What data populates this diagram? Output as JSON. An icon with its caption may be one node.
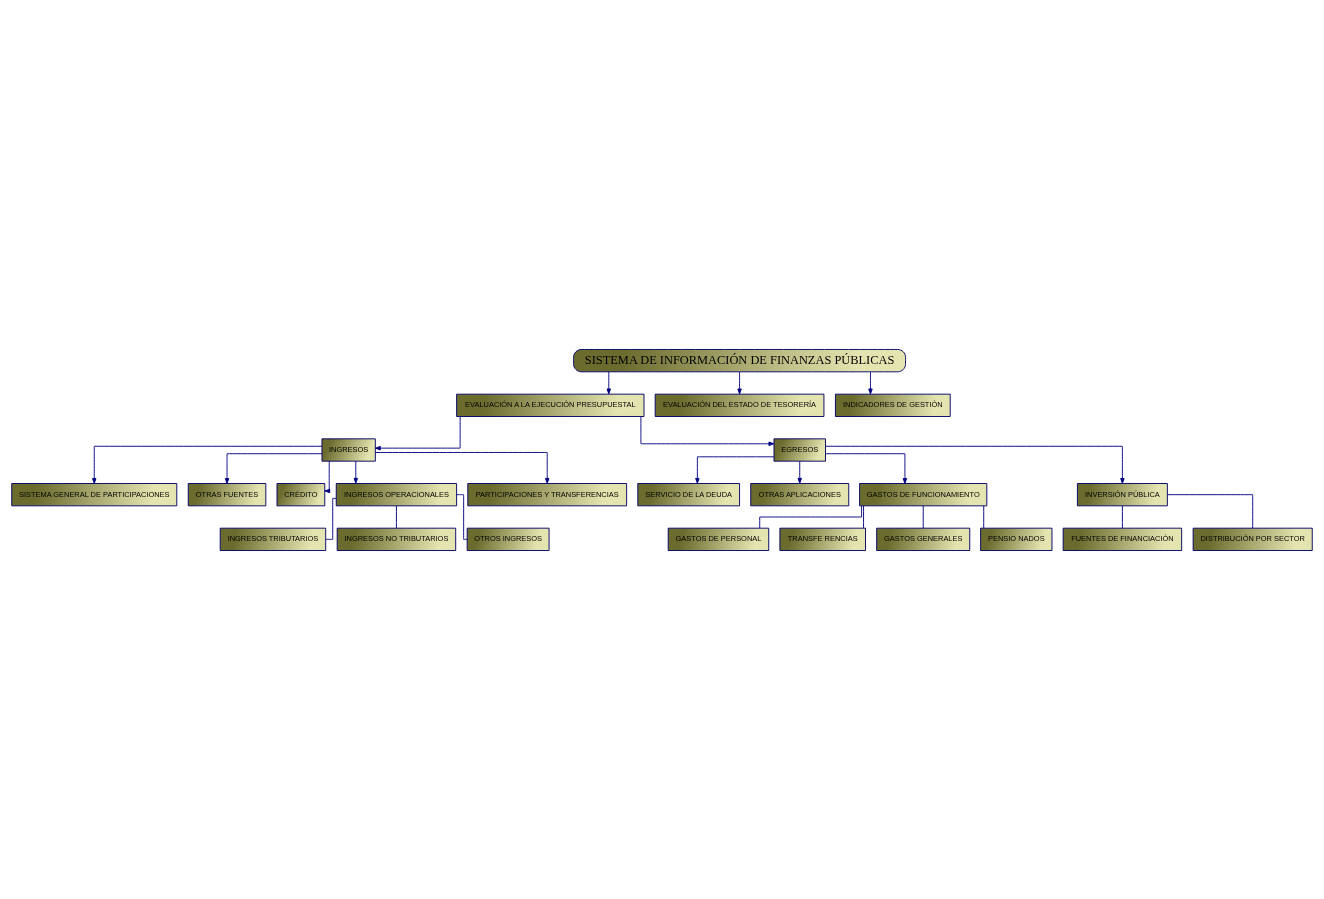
{
  "diagram": {
    "nodes": [
      {
        "text": [
          "SISTEMA DE INFORMACIÓN DE FINANZAS PÚBLICAS"
        ]
      },
      {
        "text": [
          "EVALUACIÓN A LA EJECUCIÓN PRESUPUESTAL"
        ]
      },
      {
        "text": [
          "EVALUACIÓN DEL ESTADO DE TESORERÍA"
        ]
      },
      {
        "text": [
          "INDICADORES DE GESTIÓN"
        ]
      },
      {
        "text": [
          "INGRESOS"
        ]
      },
      {
        "text": [
          "EGRESOS"
        ]
      },
      {
        "text": [
          "SISTEMA GENERAL DE PARTICIPACIONES"
        ]
      },
      {
        "text": [
          "OTRAS FUENTES"
        ]
      },
      {
        "text": [
          "CRÉDITO"
        ]
      },
      {
        "text": [
          "SERVICIO DE LA DEUDA"
        ]
      },
      {
        "text": [
          "OTRAS APLICACIONES"
        ]
      },
      {
        "text": [
          "INGRESOS OPERACIONALES"
        ]
      },
      {
        "text": [
          "PARTICIPACIONES Y TRANSFERENCIAS"
        ]
      },
      {
        "text": [
          "GASTOS DE FUNCIONAMIENTO"
        ]
      },
      {
        "text": [
          "INVERSIÓN PÚBLICA"
        ]
      },
      {
        "text": [
          "INGRESOS TRIBUTARIOS"
        ]
      },
      {
        "text": [
          "INGRESOS NO TRIBUTARIOS"
        ]
      },
      {
        "text": [
          "OTROS INGRESOS"
        ]
      },
      {
        "text": [
          "GASTOS DE PERSONAL"
        ]
      },
      {
        "text": [
          "TRANSFE RENCIAS"
        ]
      },
      {
        "text": [
          "FUENTES DE FINANCIACIÓN"
        ]
      },
      {
        "text": [
          "DISTRIBUCIÓN POR SECTOR"
        ]
      },
      {
        "text": [
          "GASTOS GENERALES"
        ]
      },
      {
        "text": [
          "PENSIO NADOS"
        ]
      }
    ],
    "edges": [
      {
        "from": 0,
        "to": 1,
        "arrow": "to"
      },
      {
        "from": 0,
        "to": 2,
        "arrow": "to"
      },
      {
        "from": 0,
        "to": 3,
        "arrow": "to"
      },
      {
        "from": 1,
        "to": 4,
        "arrow": "to"
      },
      {
        "from": 1,
        "to": 5,
        "arrow": "to"
      },
      {
        "from": 4,
        "to": 6,
        "arrow": "to"
      },
      {
        "from": 4,
        "to": 7,
        "arrow": "to"
      },
      {
        "from": 4,
        "to": 8,
        "arrow": "to"
      },
      {
        "from": 4,
        "to": 11,
        "arrow": "to"
      },
      {
        "from": 4,
        "to": 12,
        "arrow": "to"
      },
      {
        "from": 5,
        "to": 9,
        "arrow": "to"
      },
      {
        "from": 5,
        "to": 10,
        "arrow": "to"
      },
      {
        "from": 5,
        "to": 13,
        "arrow": "to"
      },
      {
        "from": 5,
        "to": 14,
        "arrow": "to"
      },
      {
        "from": 11,
        "to": 15,
        "arrow": "none"
      },
      {
        "from": 11,
        "to": 16,
        "arrow": "none"
      },
      {
        "from": 11,
        "to": 17,
        "arrow": "none"
      },
      {
        "from": 13,
        "to": 18,
        "arrow": "none"
      },
      {
        "from": 13,
        "to": 22,
        "arrow": "none"
      },
      {
        "from": 13,
        "to": 23,
        "arrow": "none"
      },
      {
        "from": 13,
        "to": 19,
        "arrow": "none"
      },
      {
        "from": 14,
        "to": 20,
        "arrow": "none"
      },
      {
        "from": 14,
        "to": 21,
        "arrow": "none"
      }
    ]
  }
}
